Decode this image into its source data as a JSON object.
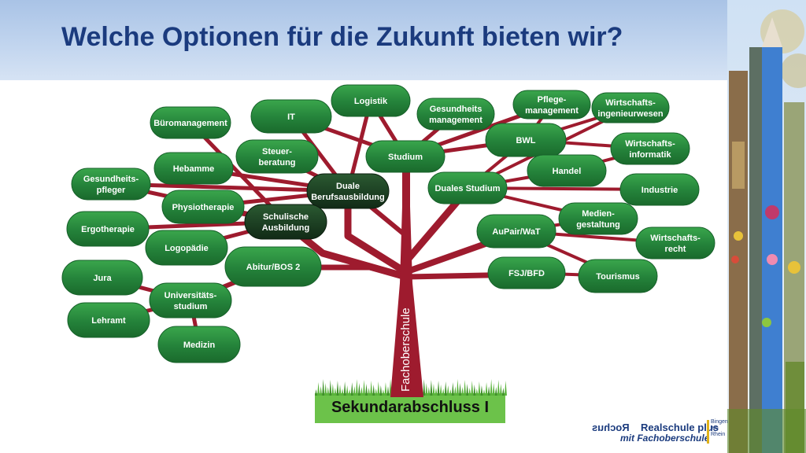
{
  "title": "Welche Optionen für die Zukunft bieten wir?",
  "trunk_label": "Fachoberschule",
  "base_label": "Sekundarabschluss I",
  "colors": {
    "branch": "#9e1b2e",
    "node_dark": "#1e7a32",
    "node_light": "#2f9e44",
    "hub_dark": "#163a1d",
    "title": "#1b3b7e"
  },
  "nodes": [
    {
      "id": "logistik",
      "lines": [
        "Logistik"
      ]
    },
    {
      "id": "it",
      "lines": [
        "IT"
      ]
    },
    {
      "id": "buero",
      "lines": [
        "Büromanagement"
      ]
    },
    {
      "id": "gesmgmt",
      "lines": [
        "Gesundheits",
        "management"
      ]
    },
    {
      "id": "pflegemgmt",
      "lines": [
        "Pflege-",
        "management"
      ]
    },
    {
      "id": "wiing",
      "lines": [
        "Wirtschafts-",
        "ingenieurwesen"
      ]
    },
    {
      "id": "steuer",
      "lines": [
        "Steuer-",
        "beratung"
      ]
    },
    {
      "id": "studium",
      "lines": [
        "Studium"
      ]
    },
    {
      "id": "bwl",
      "lines": [
        "BWL"
      ]
    },
    {
      "id": "wiinf",
      "lines": [
        "Wirtschafts-",
        "informatik"
      ]
    },
    {
      "id": "hebamme",
      "lines": [
        "Hebamme"
      ]
    },
    {
      "id": "handel",
      "lines": [
        "Handel"
      ]
    },
    {
      "id": "gespfleger",
      "lines": [
        "Gesundheits-",
        "pfleger"
      ]
    },
    {
      "id": "duale",
      "lines": [
        "Duale",
        "Berufsausbildung"
      ],
      "hub": true
    },
    {
      "id": "dualstudium",
      "lines": [
        "Duales Studium"
      ]
    },
    {
      "id": "industrie",
      "lines": [
        "Industrie"
      ]
    },
    {
      "id": "physio",
      "lines": [
        "Physiotherapie"
      ]
    },
    {
      "id": "schulisch",
      "lines": [
        "Schulische",
        "Ausbildung"
      ],
      "hub": true
    },
    {
      "id": "medien",
      "lines": [
        "Medien-",
        "gestaltung"
      ]
    },
    {
      "id": "ergo",
      "lines": [
        "Ergotherapie"
      ]
    },
    {
      "id": "aupair",
      "lines": [
        "AuPair/WaT"
      ]
    },
    {
      "id": "logo",
      "lines": [
        "Logopädie"
      ]
    },
    {
      "id": "wirecht",
      "lines": [
        "Wirtschafts-",
        "recht"
      ]
    },
    {
      "id": "abitur",
      "lines": [
        "Abitur/BOS 2"
      ]
    },
    {
      "id": "fsj",
      "lines": [
        "FSJ/BFD"
      ]
    },
    {
      "id": "jura",
      "lines": [
        "Jura"
      ]
    },
    {
      "id": "tourismus",
      "lines": [
        "Tourismus"
      ]
    },
    {
      "id": "uni",
      "lines": [
        "Universitäts-",
        "studium"
      ]
    },
    {
      "id": "lehramt",
      "lines": [
        "Lehramt"
      ]
    },
    {
      "id": "medizin",
      "lines": [
        "Medizin"
      ]
    }
  ],
  "logo": {
    "mirror_text": "Rochus",
    "main_text": "Realschule plus",
    "sub_text": "mit Fachoberschule",
    "location_lines": [
      "Bingen",
      "am",
      "Rhein"
    ]
  }
}
